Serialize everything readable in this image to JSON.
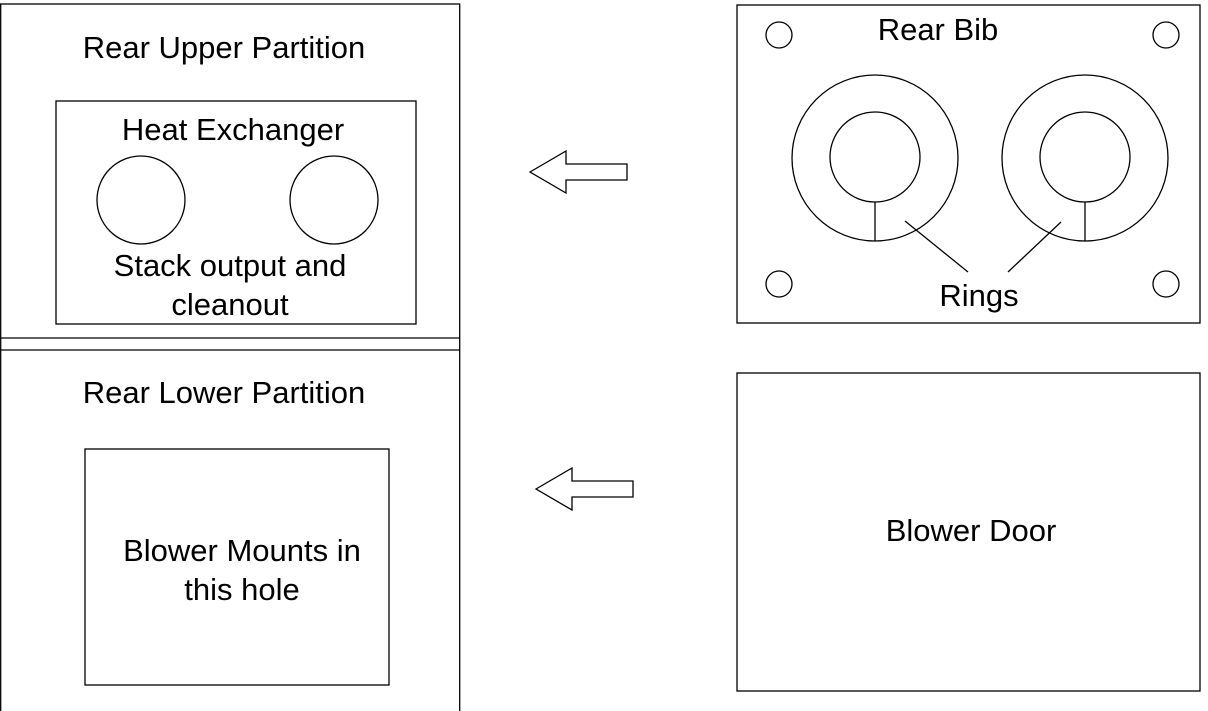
{
  "diagram": {
    "rear_upper_partition": {
      "title": "Rear Upper Partition",
      "heat_exchanger": {
        "title": "Heat Exchanger",
        "caption_line1": "Stack output and",
        "caption_line2": "cleanout"
      }
    },
    "rear_lower_partition": {
      "title": "Rear Lower Partition",
      "blower_hole": {
        "line1": "Blower Mounts in",
        "line2": "this hole"
      }
    },
    "rear_bib": {
      "title": "Rear Bib",
      "rings_label": "Rings"
    },
    "blower_door": {
      "title": "Blower Door"
    }
  }
}
